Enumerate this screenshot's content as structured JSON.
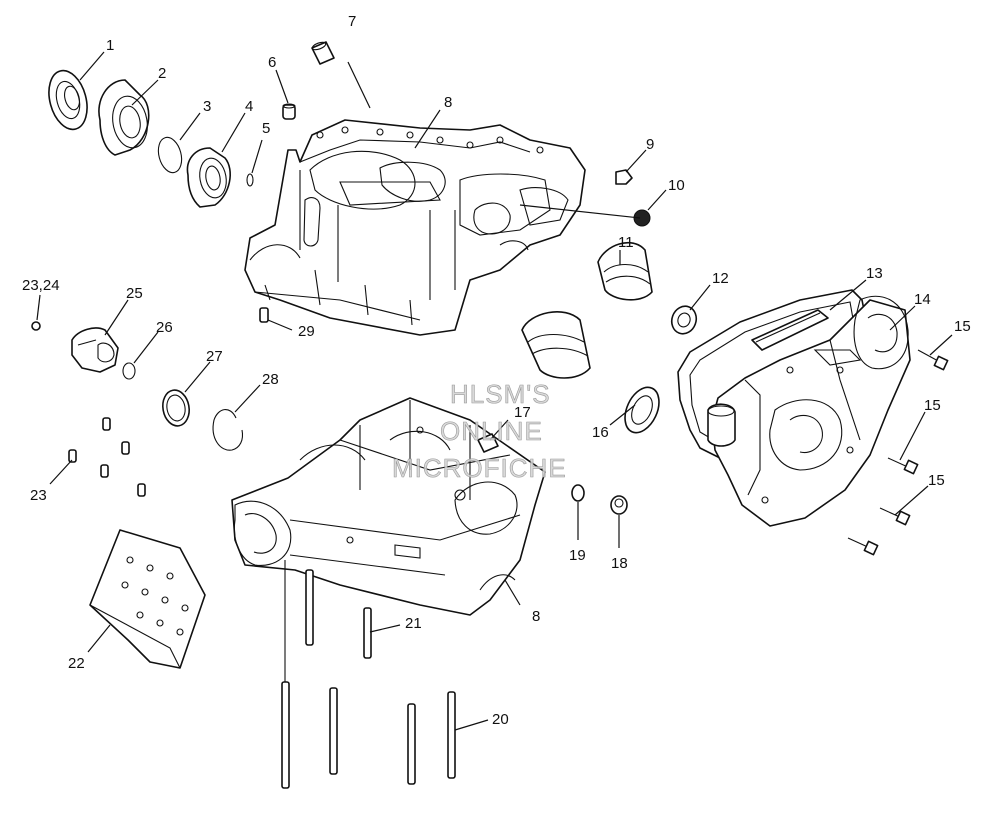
{
  "diagram": {
    "callouts": [
      "1",
      "2",
      "3",
      "4",
      "5",
      "6",
      "7",
      "8",
      "9",
      "10",
      "11",
      "12",
      "13",
      "14",
      "15",
      "15",
      "15",
      "16",
      "17",
      "18",
      "19",
      "20",
      "21",
      "22",
      "23",
      "23,24",
      "25",
      "26",
      "27",
      "28",
      "29",
      "8"
    ],
    "watermark": [
      "HLSM'S",
      "ONLINE",
      "MICROFICHE"
    ]
  }
}
